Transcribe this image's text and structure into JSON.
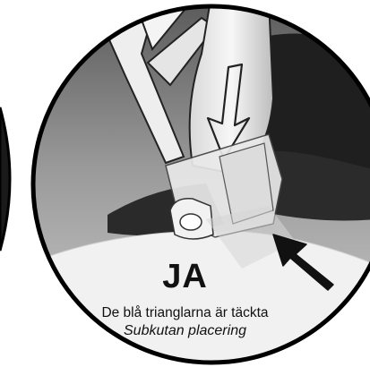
{
  "caption": {
    "title": "JA",
    "line1": "De blå trianglarna är täckta",
    "line2": "Subkutan placering"
  },
  "colors": {
    "background": "#ffffff",
    "outline": "#000000",
    "light_plastic": "#f2f2f2",
    "mid_gray": "#8a8a8a",
    "dark_body": "#1f1f1f"
  }
}
